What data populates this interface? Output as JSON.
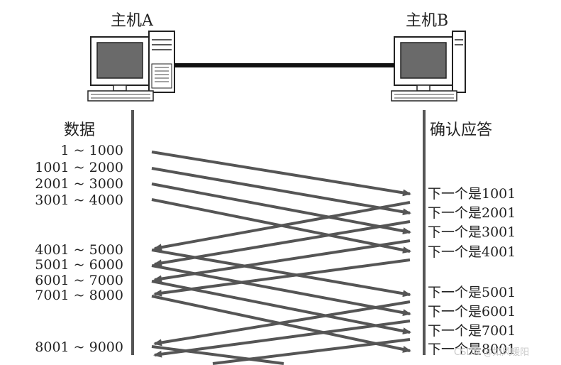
{
  "hosts": {
    "a_label": "主机A",
    "b_label": "主机B"
  },
  "columns": {
    "data_title": "数据",
    "ack_title": "确认应答"
  },
  "segments": [
    "1 ~ 1000",
    "1001 ~ 2000",
    "2001 ~ 3000",
    "3001 ~ 4000",
    "4001 ~ 5000",
    "5001 ~ 6000",
    "6001 ~ 7000",
    "7001 ~ 8000",
    "8001 ~ 9000"
  ],
  "acks": [
    "下一个是1001",
    "下一个是2001",
    "下一个是3001",
    "下一个是4001",
    "下一个是5001",
    "下一个是6001",
    "下一个是7001",
    "下一个是8001"
  ],
  "watermark": "CSDN @如风暖阳",
  "colors": {
    "arrow": "#555555",
    "timeline": "#555555",
    "cable": "#111111"
  }
}
